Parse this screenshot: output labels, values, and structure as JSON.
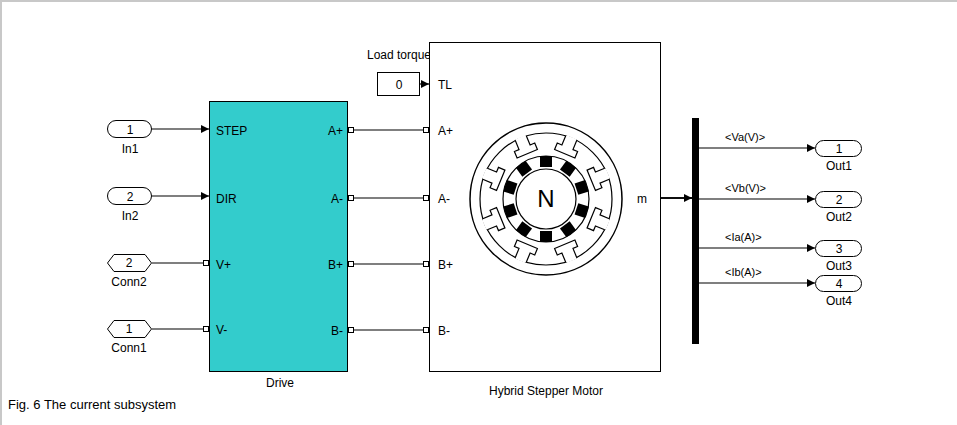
{
  "diagram": {
    "caption": "Fig. 6 The current subsystem",
    "nodes": [
      {
        "text": [
          "Load torque",
          "0"
        ]
      },
      {
        "text": [
          "1",
          "In1"
        ]
      },
      {
        "text": [
          "2",
          "In2"
        ]
      },
      {
        "text": [
          "2",
          "Conn2"
        ]
      },
      {
        "text": [
          "1",
          "Conn1"
        ]
      },
      {
        "text": [
          "STEP",
          "DIR",
          "V+",
          "V-",
          "A+",
          "A-",
          "B+",
          "B-",
          "Drive"
        ]
      },
      {
        "text": [
          "TL",
          "A+",
          "A-",
          "B+",
          "B-",
          "N",
          "m",
          "Hybrid Stepper Motor"
        ]
      },
      {
        "text": [
          "1",
          "Out1"
        ]
      },
      {
        "text": [
          "2",
          "Out2"
        ]
      },
      {
        "text": [
          "3",
          "Out3"
        ]
      },
      {
        "text": [
          "4",
          "Out4"
        ]
      }
    ],
    "edges": [
      {
        "from": 0,
        "to": 6,
        "arrow": "to"
      },
      {
        "from": 1,
        "to": 5,
        "arrow": "to"
      },
      {
        "from": 2,
        "to": 5,
        "arrow": "to"
      },
      {
        "from": 3,
        "to": 5,
        "arrow": "none"
      },
      {
        "from": 4,
        "to": 5,
        "arrow": "none"
      },
      {
        "from": 5,
        "to": 6,
        "arrow": "none"
      },
      {
        "from": 5,
        "to": 6,
        "arrow": "none"
      },
      {
        "from": 5,
        "to": 6,
        "arrow": "none"
      },
      {
        "from": 5,
        "to": 6,
        "arrow": "none"
      },
      {
        "from": 6,
        "to": 7,
        "label": "<Va(V)>",
        "arrow": "to"
      },
      {
        "from": 6,
        "to": 8,
        "label": "<Vb(V)>",
        "arrow": "to"
      },
      {
        "from": 6,
        "to": 9,
        "label": "<Ia(A)>",
        "arrow": "to"
      },
      {
        "from": 6,
        "to": 10,
        "label": "<Ib(A)>",
        "arrow": "to"
      }
    ]
  }
}
